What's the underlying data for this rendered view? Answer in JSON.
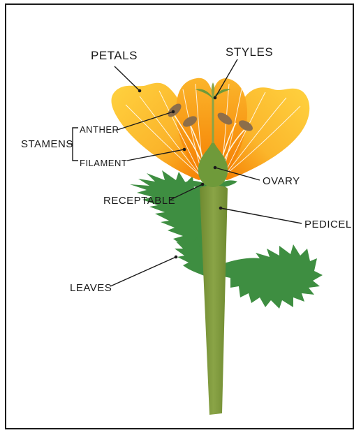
{
  "labels": {
    "petals": "PETALS",
    "styles": "STYLES",
    "stamens": "STAMENS",
    "anther": "ANTHER",
    "filament": "FILAMENT",
    "ovary": "OVARY",
    "receptable": "RECEPTABLE",
    "pedicel": "PEDICEL",
    "leaves": "LEAVES"
  },
  "colors": {
    "petal_yellow": "#fbc02d",
    "petal_orange": "#f57c00",
    "stem_green": "#7f9a3c",
    "leaf_green": "#3f8f3f",
    "ovary_green": "#6f9a3a",
    "anther_brown": "#8d6e4a"
  }
}
